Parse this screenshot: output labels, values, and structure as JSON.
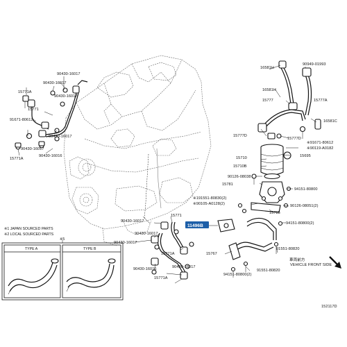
{
  "labels": {
    "l15771a_top": "15771A",
    "l90430_16017_top": "90430-16017",
    "l90430_16017_b": "90430-16017",
    "l90430_16017_c": "90430-16017",
    "l15771_left": "15771",
    "l91671_80612_l": "91671-80612",
    "l90430_16017_d": "90430-16017",
    "l90430_16016_l": "90430-16016",
    "l15771a_left": "15771A",
    "l16581h": "16581H",
    "l90949_01993": "90949-01993",
    "l16581h_b": "16581H",
    "l15777": "15777",
    "l15777a": "15777A",
    "l16581c": "16581C",
    "l15777d": "15777D",
    "l91671_80612_r": "※91671-80612",
    "l90119_a0182": "※90119-A0182",
    "l15777d_b": "15777D",
    "l15710": "15710",
    "l15710b": "15710B",
    "l15695": "15695",
    "l90126_08038": "90126-08038",
    "l15781": "15781",
    "l91551_80830": "※191551-80830(2)",
    "l90105_a0128": "※90105-A0128(2)",
    "l94151_80800": "94151-80800",
    "l90126_08051": "90126-08051(2)",
    "l15785": "15785",
    "l94151_80800_2": "94151-80800(2)",
    "l90430_16017_m": "90430-16017",
    "l15771_mid": "15771",
    "l90430_16017_n": "90430-16017",
    "l90430_16017_o": "90430-16017",
    "l15771a_mid": "15771A",
    "l90430_16016_m": "90430-16016",
    "l90430_16017_p": "90430-16017",
    "l15771a_bot": "15771A",
    "l15767": "15767",
    "l91551_80820_a": "91551-80820",
    "l91551_80820_b": "91551-80820",
    "l94151_80800_3": "94151-80800(2)",
    "l11496b": "11496B",
    "l_vehicle_front_cjk": "車両前方",
    "l_vehicle_front": "VEHICLE FRONT SIDE",
    "l_code": "152117D"
  },
  "notes": {
    "n1": "※1 JAPAN SOURCED PARTS",
    "n2": "※2 LOCAL SOURCED PARTS",
    "n_mark": "※5",
    "type_a": "TYPE A",
    "type_b": "TYPE B"
  },
  "colors": {
    "highlight": "#1d5fa8",
    "ink": "#111111",
    "engine_line": "#6b6b6b"
  },
  "icons": {
    "front_arrow": "arrow-down-right-icon"
  }
}
